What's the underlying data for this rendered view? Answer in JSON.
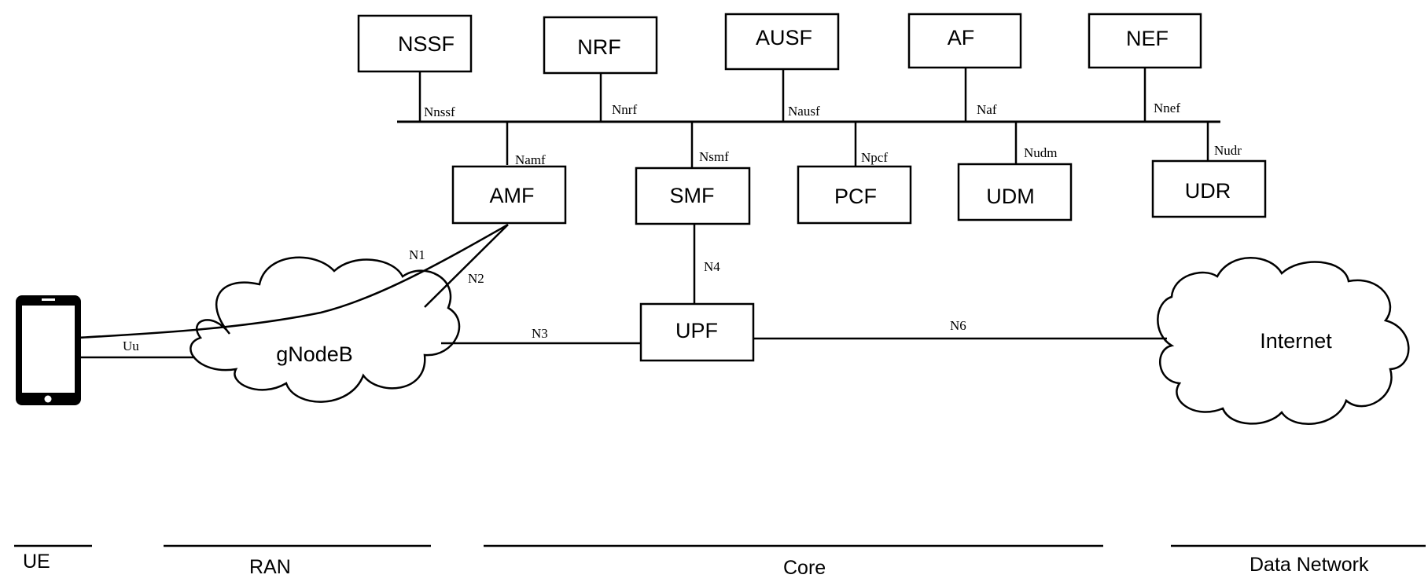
{
  "network_functions": {
    "nssf": "NSSF",
    "nrf": "NRF",
    "ausf": "AUSF",
    "af": "AF",
    "nef": "NEF",
    "amf": "AMF",
    "smf": "SMF",
    "pcf": "PCF",
    "udm": "UDM",
    "udr": "UDR",
    "upf": "UPF"
  },
  "service_interfaces": {
    "nnssf": "Nnssf",
    "nnrf": "Nnrf",
    "nausf": "Nausf",
    "naf": "Naf",
    "nnef": "Nnef",
    "namf": "Namf",
    "nsmf": "Nsmf",
    "npcf": "Npcf",
    "nudm": "Nudm",
    "nudr": "Nudr"
  },
  "reference_points": {
    "n1": "N1",
    "n2": "N2",
    "n3": "N3",
    "n4": "N4",
    "n6": "N6",
    "uu": "Uu"
  },
  "clouds": {
    "ran": "gNodeB",
    "data_network": "Internet"
  },
  "domains": {
    "ue": "UE",
    "ran": "RAN",
    "core": "Core",
    "data_network": "Data Network"
  }
}
